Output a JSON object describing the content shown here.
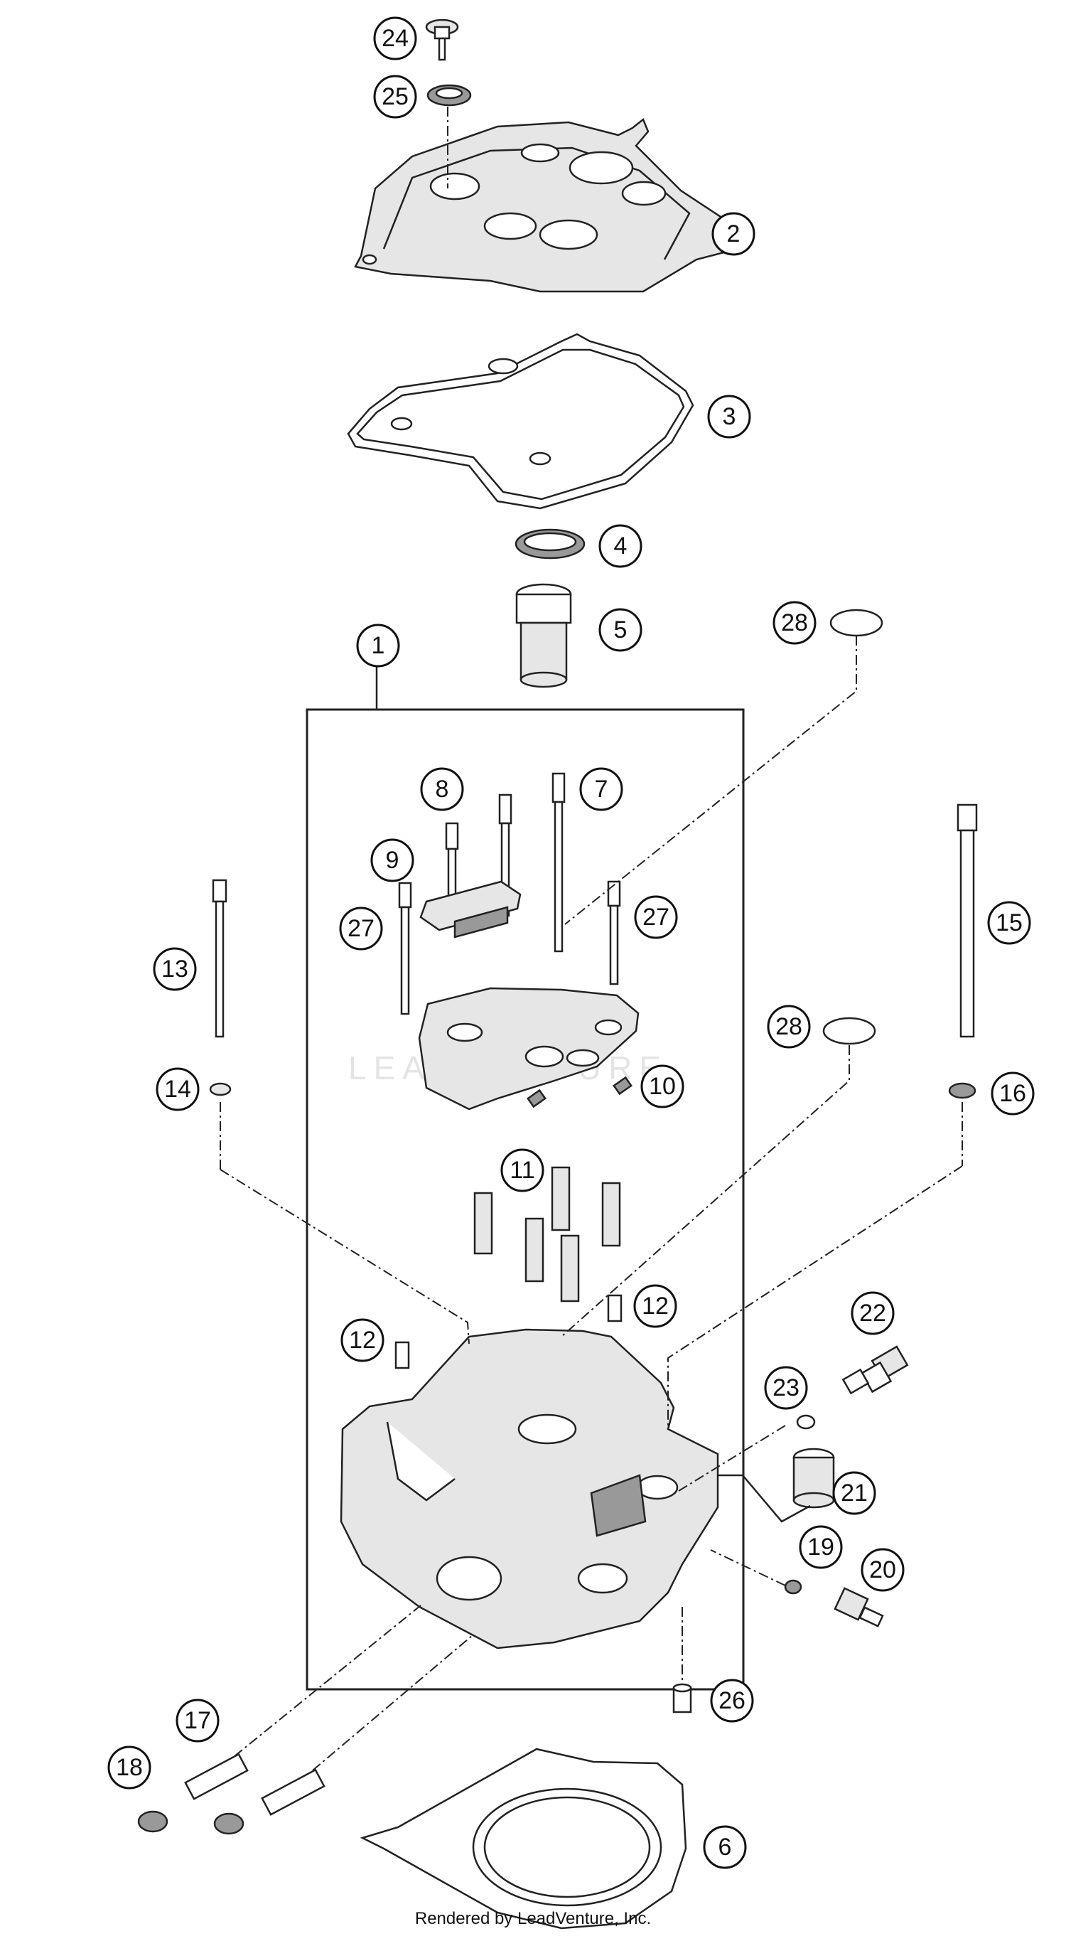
{
  "watermark": "LEADVENTURE",
  "footer": "Rendered by LeadVenture, Inc.",
  "callouts": [
    "24",
    "25",
    "2",
    "3",
    "4",
    "5",
    "28",
    "1",
    "8",
    "7",
    "9",
    "27",
    "27",
    "13",
    "15",
    "14",
    "16",
    "10",
    "28",
    "11",
    "12",
    "12",
    "22",
    "23",
    "21",
    "19",
    "20",
    "17",
    "18",
    "26",
    "6"
  ]
}
